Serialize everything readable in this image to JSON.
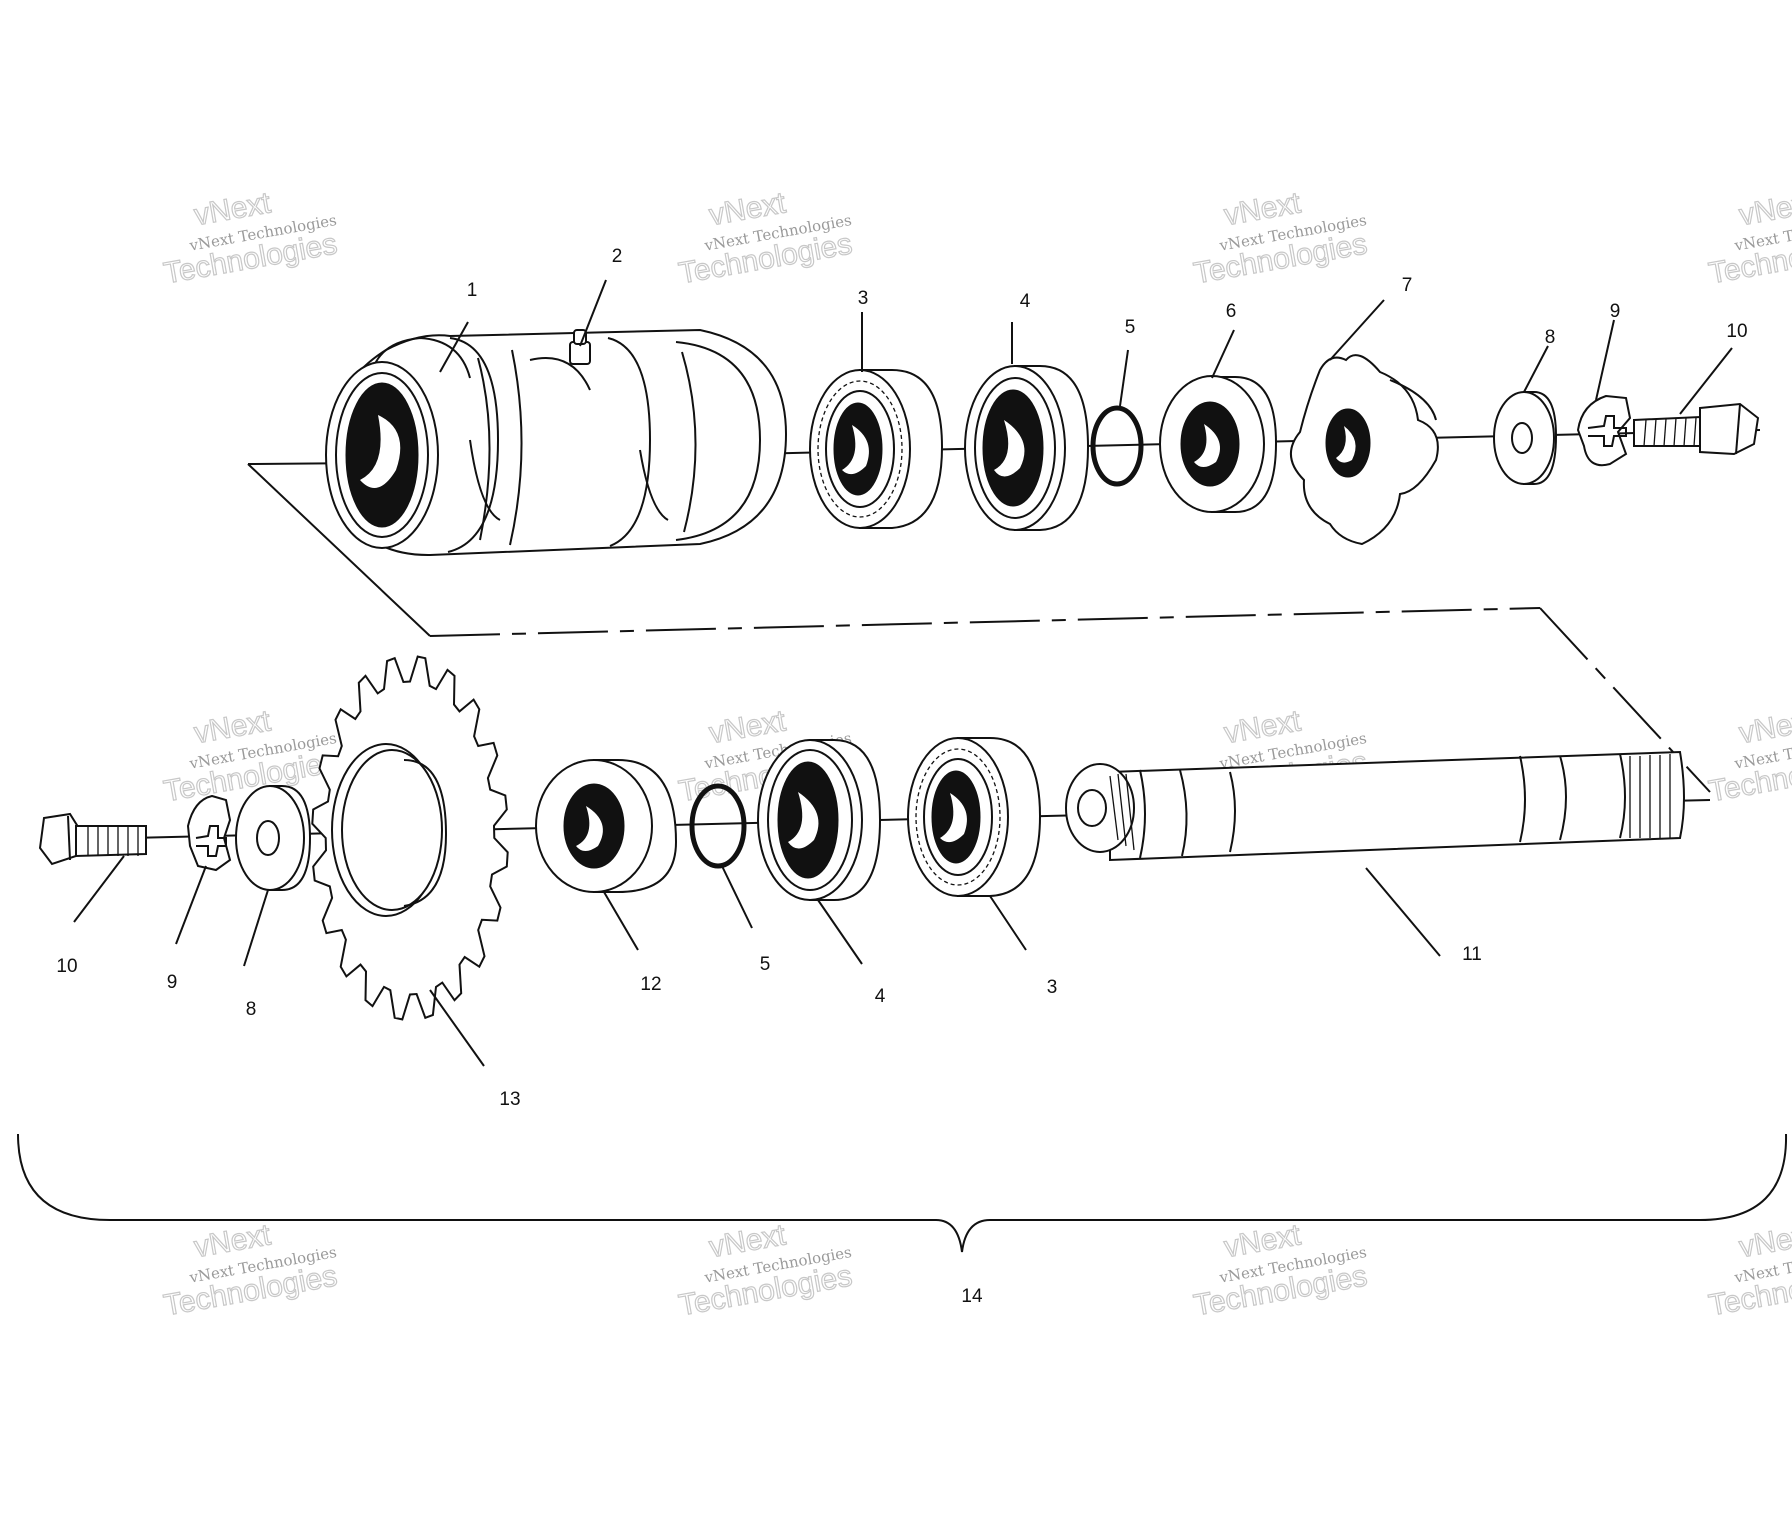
{
  "watermark": {
    "line1": "vNext",
    "line2": "vNext Technologies",
    "line3": "Technologies"
  },
  "callouts": {
    "top": [
      "1",
      "2",
      "3",
      "4",
      "5",
      "6",
      "7",
      "8",
      "9",
      "10"
    ],
    "bottom": [
      "10",
      "9",
      "8",
      "13",
      "12",
      "5",
      "4",
      "3",
      "11"
    ],
    "assembly": "14"
  }
}
